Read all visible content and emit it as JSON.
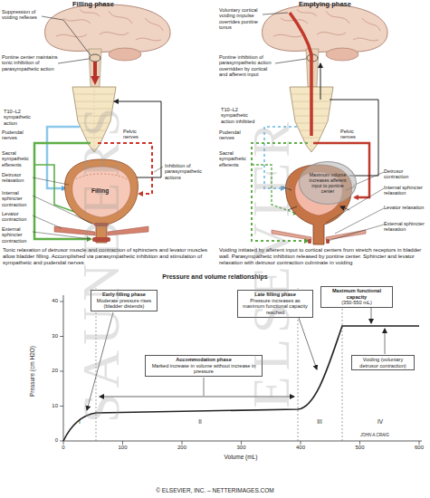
{
  "diagram": {
    "nodes": [
      {
        "text": [
          "Maximum volume increases afferent input to pontine center"
        ]
      },
      {
        "text": [
          "Early filling phase",
          "Moderate pressure rises (bladder distends)"
        ]
      },
      {
        "text": [
          "Late filling phase",
          "Pressure increases as maximum functional capacity reached"
        ]
      },
      {
        "text": [
          "Maximum functional capacity",
          "(350-550 mL)"
        ]
      },
      {
        "text": [
          "Accommodation phase",
          "Marked increase in volume without increase in pressure"
        ]
      },
      {
        "text": [
          "Voiding (voluntary detrusor contraction)"
        ]
      }
    ],
    "labels": [
      "Filling phase",
      "Suppression of voiding reflexes",
      "Pontine center maintains tonic inhibition of parasympathetic action",
      "T10–L2 sympathetic action",
      "Pudendal nerves",
      "Pelvic nerves",
      "Sacral sympathetic efferents",
      "Inhibition of parasympathetic actions",
      "Detrusor relaxation",
      "Filling",
      "Internal sphincter contraction",
      "Levator contraction",
      "External sphincter contraction",
      "Tonic relaxation of detrusor muscle and contraction of sphincters and levator muscles allow bladder filling. Accomplished via parasympathetic inhibition and stimulation of sympathetic and pudendal nerves",
      "Emptying phase",
      "Voluntary cortical voiding impulse overrides pontine tonus",
      "Pontine inhibition of parasympathetic action overridden by cortical and afferent input",
      "T10–L2 sympathetic action inhibited",
      "Pudendal nerves",
      "Pelvic nerves",
      "Sacral sympathetic efferents",
      "Detrusor contraction",
      "Internal sphincter relaxation",
      "Levator relaxation",
      "External sphincter relaxation",
      "Voiding initiated by afferent input to cortical centers from stretch receptors in bladder wall. Parasympathetic inhibition released by pontine center. Sphincter and levator relaxation with detrusor contraction culminate in voiding",
      "Pressure and volume relationships",
      "40",
      "30",
      "20",
      "10",
      "0",
      "0",
      "100",
      "200",
      "300",
      "400",
      "500",
      "600",
      "Pressure (cm H2O)",
      "Volume (mL)",
      "I",
      "II",
      "III",
      "IV",
      "JOHN A.CRAIG",
      "SAUNDERS",
      "ELSEVIER",
      "© ELSEVIER, INC. – NETTERIMAGES.COM"
    ]
  }
}
